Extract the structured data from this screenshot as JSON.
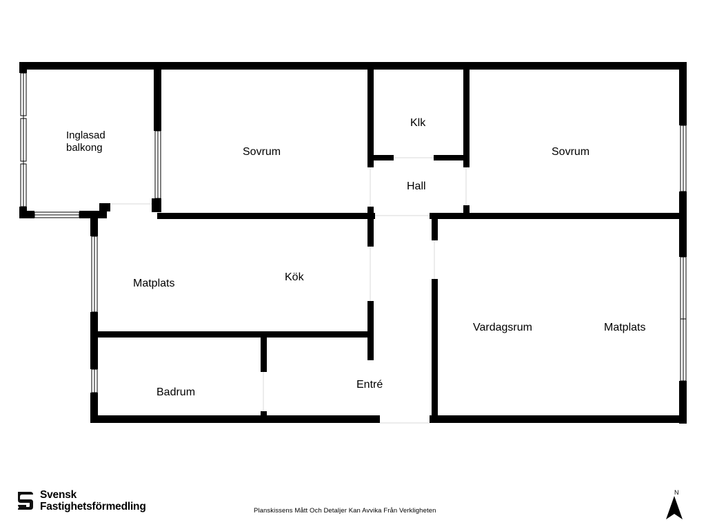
{
  "rooms": {
    "balcony_line1": "Inglasad",
    "balcony_line2": "balkong",
    "bedroom_left": "Sovrum",
    "closet": "Klk",
    "hall": "Hall",
    "bedroom_right": "Sovrum",
    "dining_left": "Matplats",
    "kitchen": "Kök",
    "living": "Vardagsrum",
    "dining_right": "Matplats",
    "bathroom": "Badrum",
    "entrance": "Entré"
  },
  "footer": {
    "disclaimer": "Planskissens Mått Och Detaljer Kan Avvika Från Verkligheten",
    "brand_line1": "Svensk",
    "brand_line2": "Fastighetsförmedling",
    "logo_icon": "sf-logo-icon",
    "compass_label": "N",
    "compass_icon": "north-arrow-icon"
  },
  "colors": {
    "wall": "#000000",
    "background": "#ffffff",
    "window_frame": "#000000"
  }
}
